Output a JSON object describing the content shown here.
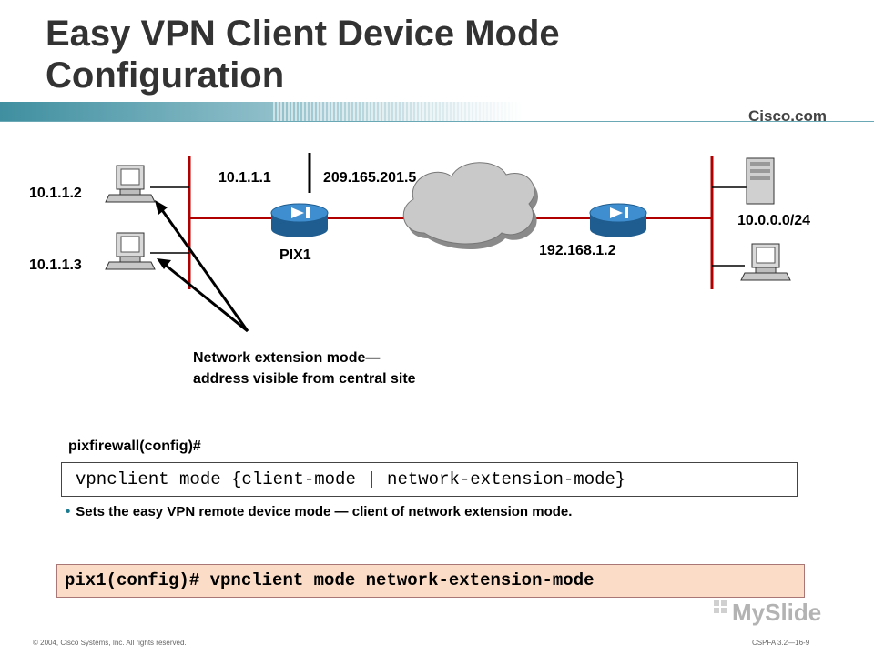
{
  "title_line1": "Easy VPN Client Device Mode",
  "title_line2": "Configuration",
  "brand": {
    "cisco": "Cisco.com"
  },
  "diagram": {
    "host_top_ip": "10.1.1.2",
    "host_bottom_ip": "10.1.1.3",
    "pix_inside_ip": "10.1.1.1",
    "pix_outside_ip": "209.165.201.5",
    "pix_label": "PIX1",
    "remote_router_ip": "192.168.1.2",
    "remote_subnet": "10.0.0.0/24",
    "note_line1": "Network extension mode—",
    "note_line2": "address  visible from central site"
  },
  "config": {
    "prompt": "pixfirewall(config)#",
    "syntax": "vpnclient mode {client-mode | network-extension-mode}",
    "bullet": "Sets the easy VPN remote device mode — client of network extension mode.",
    "example": "pix1(config)# vpnclient mode network-extension-mode"
  },
  "footer": {
    "copyright": "© 2004, Cisco Systems, Inc. All rights reserved.",
    "course": "CSPFA 3.2—16-9"
  },
  "watermark": "MySlide",
  "colors": {
    "band_teal": "#3f8fa0",
    "callout_fill": "#fbdcc7",
    "router_blue": "#2f7fc0"
  }
}
